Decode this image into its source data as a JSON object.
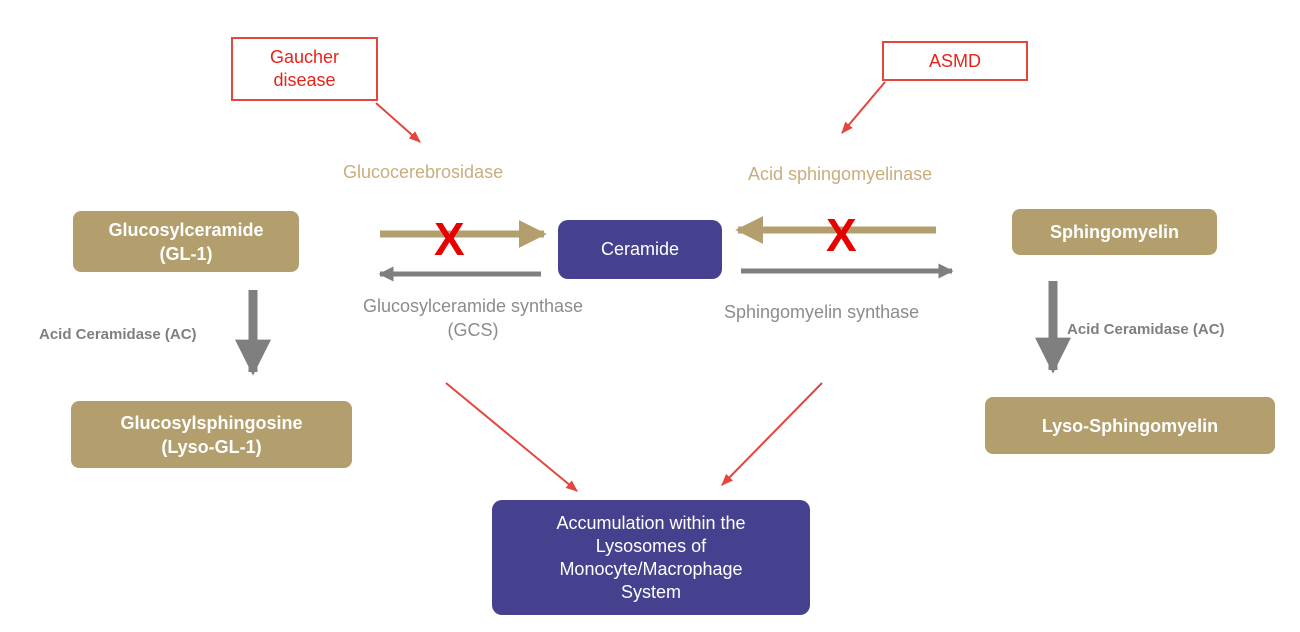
{
  "callouts": {
    "gaucher": "Gaucher\ndisease",
    "asmd": "ASMD"
  },
  "enzymes": {
    "glucocerebrosidase": "Glucocerebrosidase",
    "acid_sphingomyelinase": "Acid sphingomyelinase"
  },
  "synthases": {
    "gcs": "Glucosylceramide synthase\n(GCS)",
    "sm_synthase": "Sphingomyelin synthase"
  },
  "nodes": {
    "glucosylceramide": "Glucosylceramide\n(GL-1)",
    "ceramide": "Ceramide",
    "sphingomyelin": "Sphingomyelin",
    "glucosylsphingosine": "Glucosylsphingosine\n(Lyso-GL-1)",
    "lyso_sphingomyelin": "Lyso-Sphingomyelin",
    "accumulation": "Accumulation within the\nLysosomes of\nMonocyte/Macrophage\nSystem"
  },
  "ac_labels": {
    "left": "Acid Ceramidase (AC)",
    "right": "Acid Ceramidase (AC)"
  },
  "block_marks": {
    "left": "X",
    "right": "X"
  },
  "colors": {
    "tan": "#b39f6d",
    "blue": "#46418f",
    "red": "#e8231b",
    "grey": "#8c8c8c",
    "enzyme_text": "#c9ad7d"
  }
}
